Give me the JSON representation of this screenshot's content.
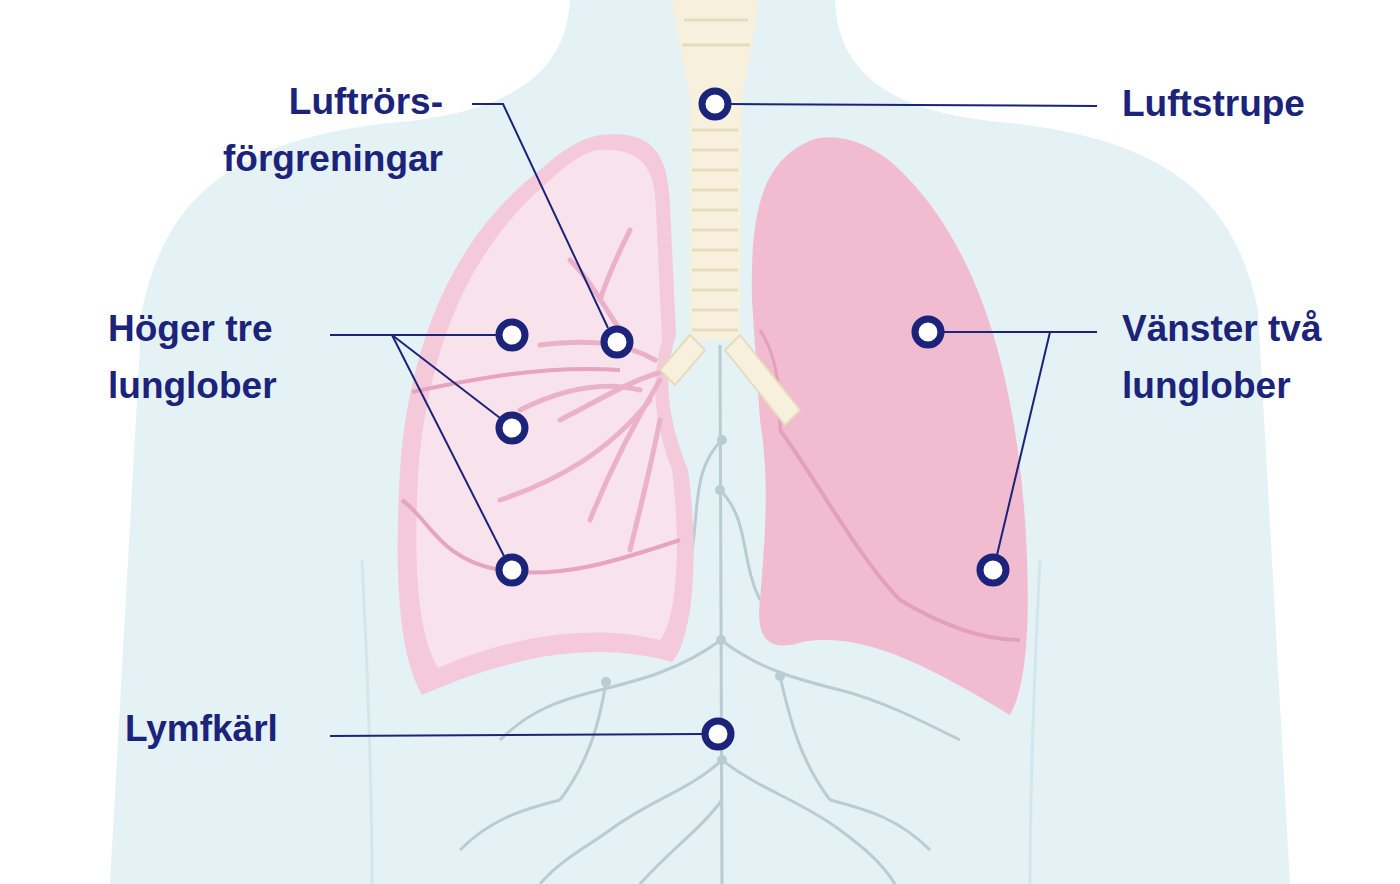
{
  "diagram": {
    "labels": [
      "Luftrörs- förgreningar",
      "Luftstrupe",
      "Höger tre lunglober",
      "Vänster två lunglober",
      "Lymfkärl"
    ]
  }
}
